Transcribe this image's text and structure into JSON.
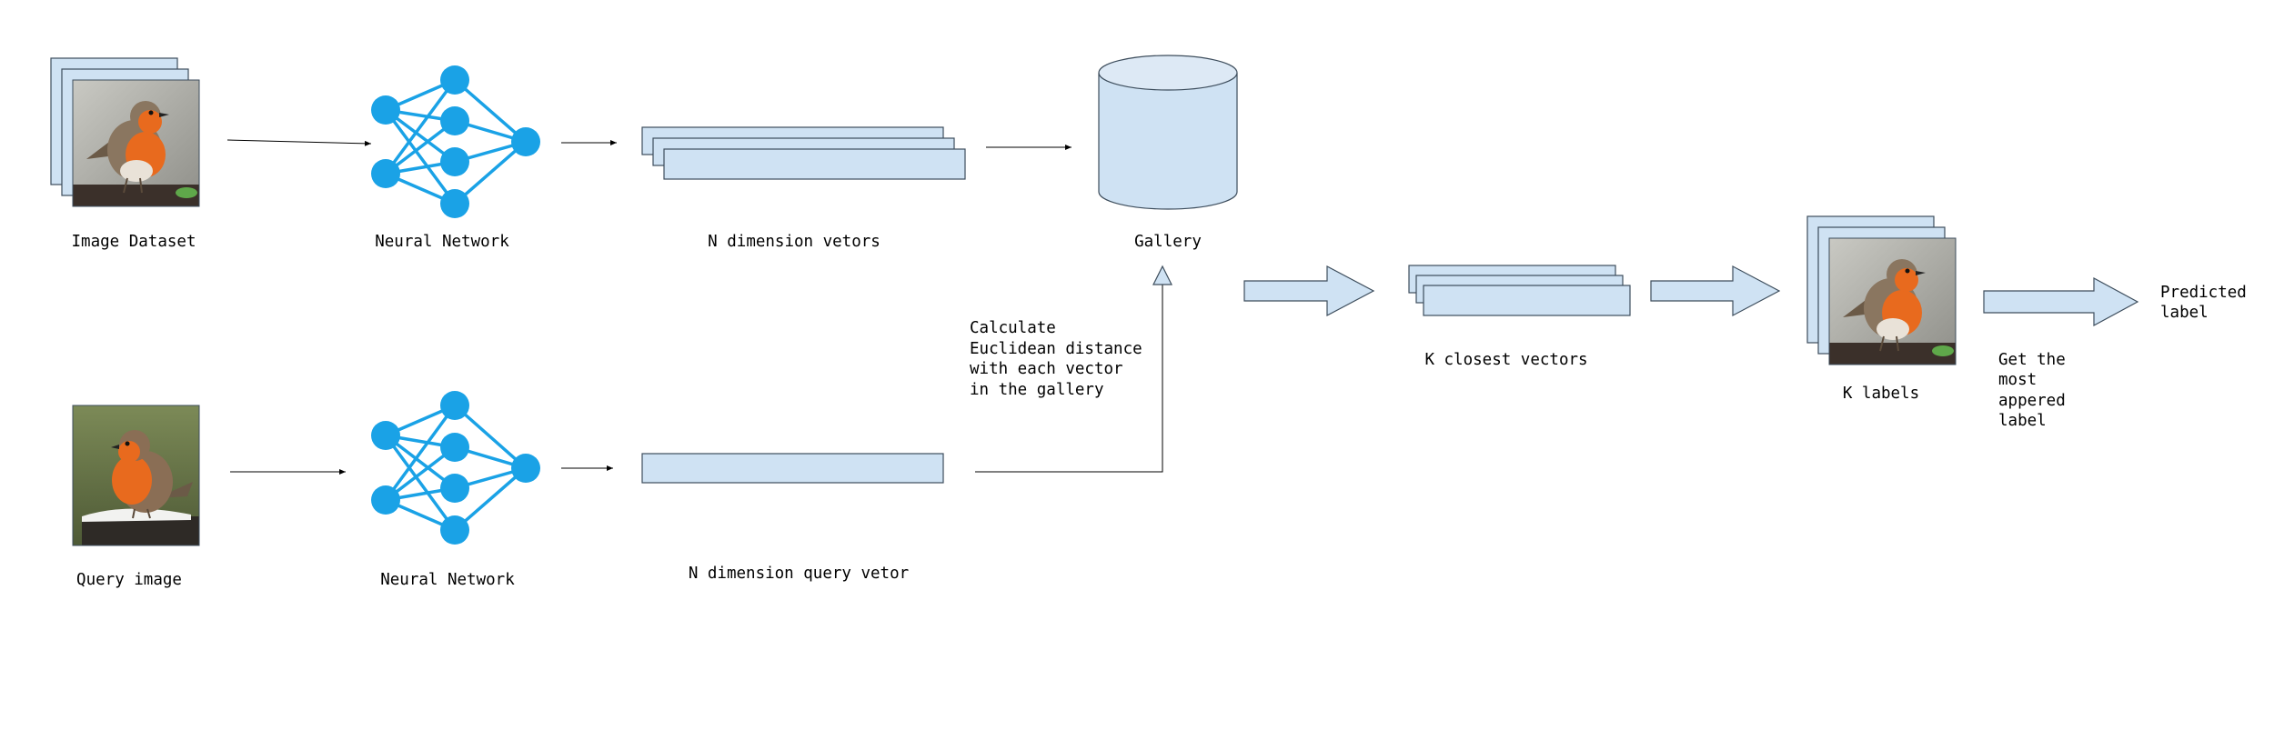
{
  "labels": {
    "image_dataset": "Image Dataset",
    "neural_network_top": "Neural Network",
    "n_dim_vectors": "N dimension vetors",
    "gallery": "Gallery",
    "query_image": "Query image",
    "neural_network_bottom": "Neural Network",
    "n_dim_query_vector": "N dimension query  vetor",
    "calc_line1": "Calculate",
    "calc_line2": "Euclidean  distance",
    "calc_line3": "with  each  vector",
    "calc_line4": "in the gallery",
    "k_closest": "K closest vectors",
    "k_labels": "K labels",
    "get_line1": "Get the",
    "get_line2": "most",
    "get_line3": "appered",
    "get_line4": "label",
    "pred_line1": "Predicted",
    "pred_line2": "label"
  },
  "colors": {
    "box_fill": "#cfe2f3",
    "box_stroke": "#3d4d5c",
    "network": "#1aa2e6",
    "robin_breast": "#e86a1e"
  },
  "icons": [
    "robin-photo",
    "neural-network-icon",
    "database-cylinder-icon",
    "block-arrow-icon"
  ]
}
